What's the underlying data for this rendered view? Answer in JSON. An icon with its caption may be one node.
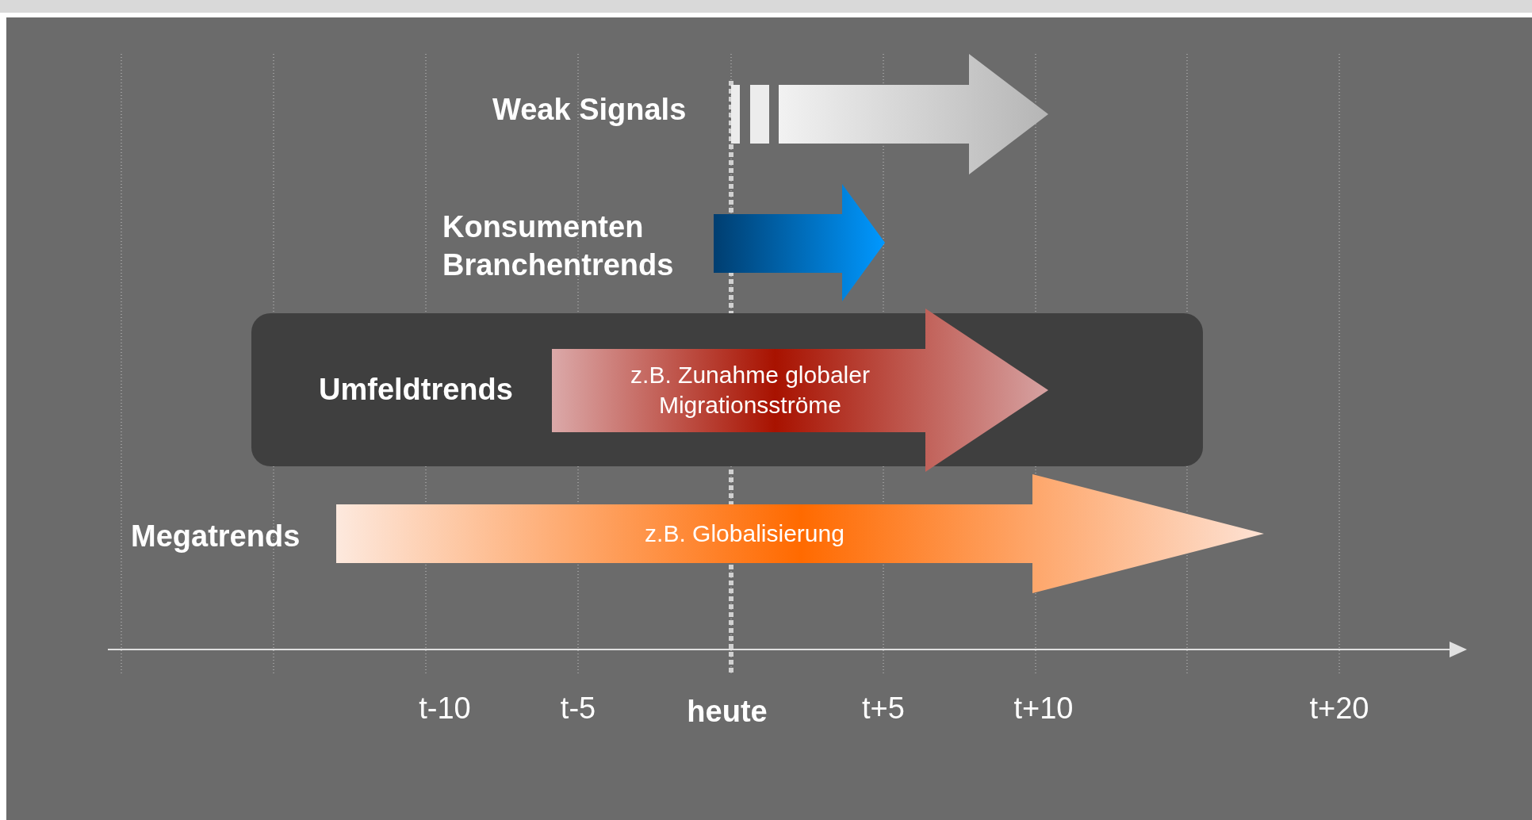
{
  "diagram": {
    "nodes": [
      {
        "text": [],
        "shape": "arrow",
        "beside": [
          "Weak Signals"
        ]
      },
      {
        "text": [],
        "shape": "arrow",
        "beside": [
          "Konsumenten Branchentrends"
        ]
      },
      {
        "text": [
          "Umfeldtrends"
        ]
      },
      {
        "text": [
          "z.B.  Zunahme globaler Migrationsströme"
        ],
        "in": 2
      },
      {
        "text": [
          "z.B. Globalisierung"
        ],
        "beside": [
          "Megatrends"
        ]
      }
    ],
    "edges": [],
    "labels": [
      "t-10",
      "t-5",
      "heute",
      "t+5",
      "t+10",
      "t+20"
    ]
  }
}
